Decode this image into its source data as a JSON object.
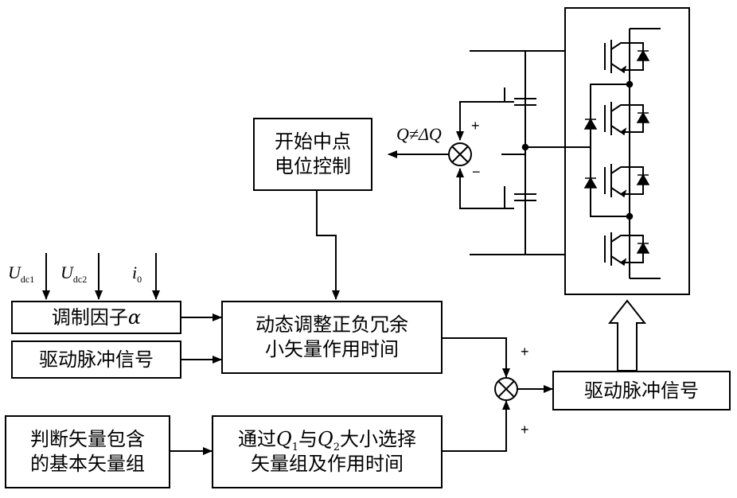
{
  "blocks": {
    "neutral_control": {
      "line1": "开始中点",
      "line2": "电位控制"
    },
    "modulation_factor": {
      "text": "调制因子",
      "symbol": "α"
    },
    "drive_pulse_in": {
      "text": "驱动脉冲信号"
    },
    "dynamic_adjust": {
      "line1": "动态调整正负冗余",
      "line2": "小矢量作用时间"
    },
    "judge_vector": {
      "line1": "判断矢量包含",
      "line2": "的基本矢量组"
    },
    "select_by_q": {
      "pre": "通过",
      "q": "Q",
      "q1_sub": "1",
      "mid": "与",
      "q2_sub": "2",
      "post": "大小选择",
      "line2": "矢量组及作用时间"
    },
    "drive_pulse_out": {
      "text": "驱动脉冲信号"
    }
  },
  "inputs": {
    "udc1": {
      "main": "U",
      "sub": "dc1"
    },
    "udc2": {
      "main": "U",
      "sub": "dc2"
    },
    "i0": {
      "main": "i",
      "sub": "0"
    }
  },
  "comparator": {
    "label": "Q≠ΔQ",
    "plus": "+",
    "minus": "−"
  },
  "summer": {
    "plus_top": "+",
    "plus_bottom": "+"
  }
}
